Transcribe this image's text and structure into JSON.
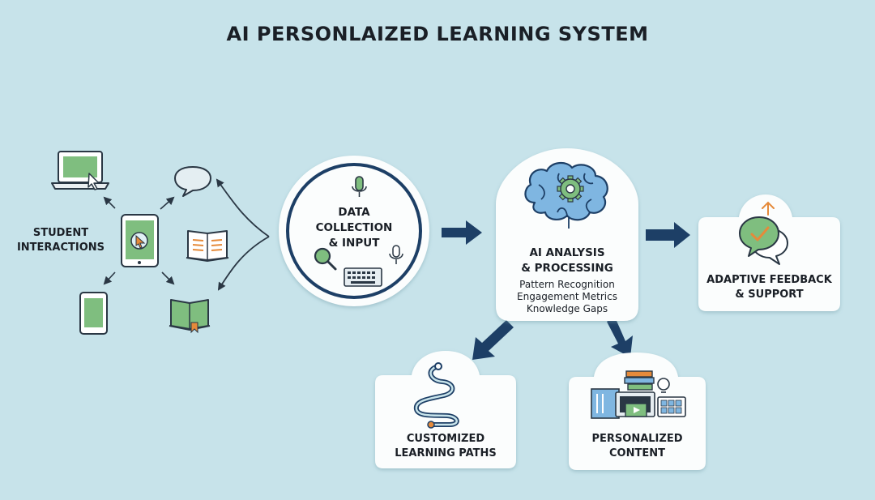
{
  "title": "AI PERSONLAIZED LEARNING SYSTEM",
  "colors": {
    "background": "#c7e3ea",
    "card": "#fbfdfd",
    "navy": "#1d3f66",
    "green": "#7fbe7f",
    "orange": "#e58a3a",
    "outline": "#2a3744"
  },
  "nodes": {
    "student": {
      "line1": "STUDENT",
      "line2": "INTERACTIONS"
    },
    "data": {
      "line1": "DATA",
      "line2": "COLLECTION",
      "line3": "& INPUT"
    },
    "analysis": {
      "line1": "AI ANALYSIS",
      "line2": "& PROCESSING",
      "details": [
        "Pattern Recognition",
        "Engagement Metrics",
        "Knowledge Gaps"
      ]
    },
    "feedback": {
      "line1": "ADAPTIVE FEEDBACK",
      "line2": "& SUPPORT"
    },
    "paths": {
      "line1": "CUSTOMIZED",
      "line2": "LEARNING PATHS"
    },
    "content": {
      "line1": "PERSONALIZED",
      "line2": "CONTENT"
    }
  },
  "icons": {
    "student": [
      "laptop-icon",
      "chat-bubble-icon",
      "tablet-icon",
      "open-book-icon",
      "phone-icon",
      "reading-book-icon"
    ],
    "data": [
      "microphone-icon",
      "magnifier-icon",
      "keyboard-icon"
    ],
    "analysis": [
      "brain-gear-icon"
    ],
    "feedback": [
      "check-chat-icon"
    ],
    "paths": [
      "winding-path-icon"
    ],
    "content": [
      "media-content-icon"
    ]
  }
}
